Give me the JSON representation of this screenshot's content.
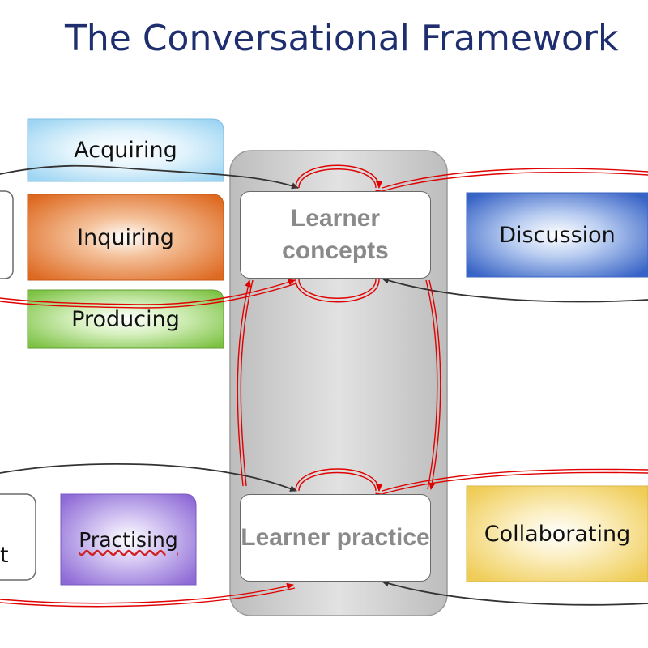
{
  "title": "The Conversational Framework",
  "left_top_boxes": {
    "acquiring": "Acquiring",
    "inquiring": "Inquiring",
    "producing": "Producing"
  },
  "left_bottom_boxes": {
    "partial_label": "t",
    "practising": "Practising"
  },
  "center": {
    "learner_concepts": "Learner concepts",
    "learner_practice": "Learner practice"
  },
  "right_boxes": {
    "discussion": "Discussion",
    "collaborating": "Collaborating"
  },
  "colors": {
    "title": "#1f2e6e",
    "acquiring": "#bde3f7",
    "inquiring": "#e8813e",
    "producing": "#8fd05c",
    "practising": "#a98ee0",
    "discussion": "#3f6fd0",
    "collaborating": "#f2d36a",
    "red_arrow": "#e00000",
    "black_arrow": "#333333"
  }
}
